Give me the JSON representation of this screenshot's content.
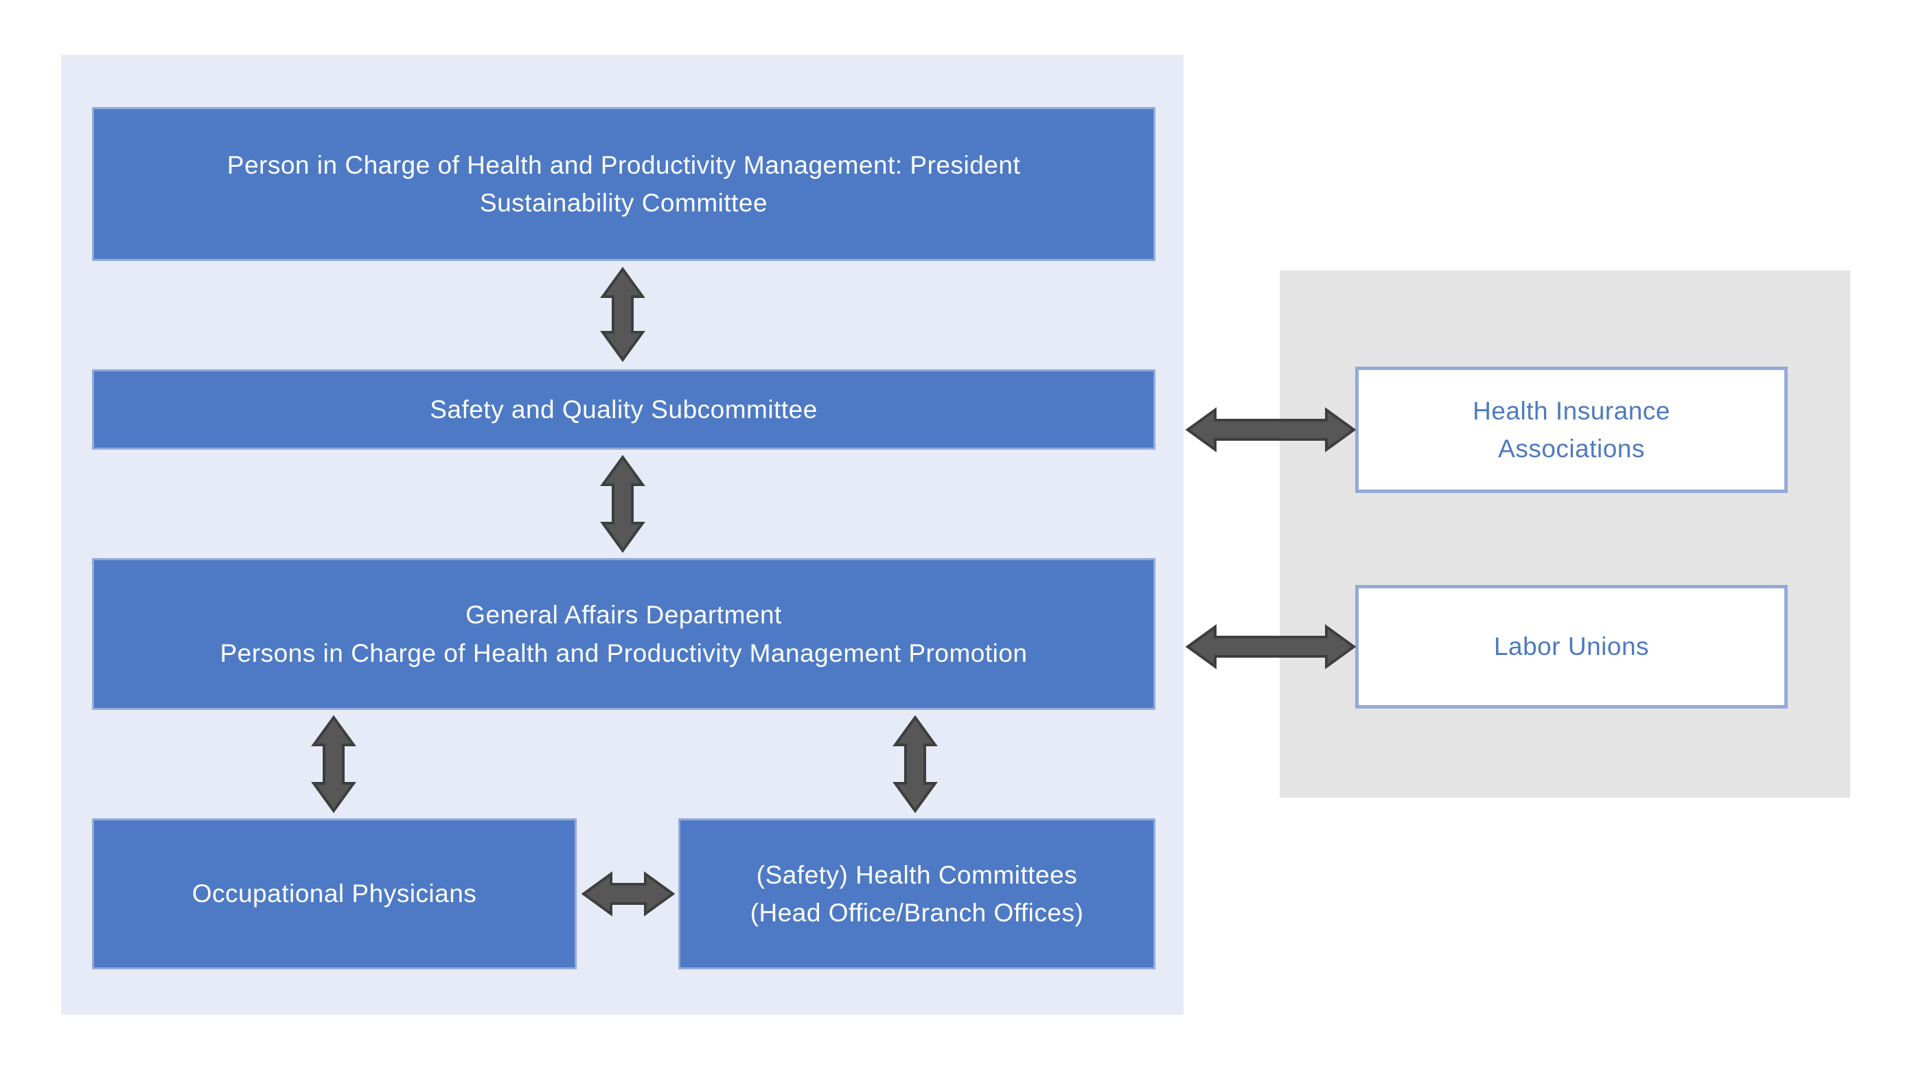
{
  "diagram": {
    "internal": {
      "president": {
        "line1": "Person in Charge of Health and Productivity Management: President",
        "line2": "Sustainability Committee"
      },
      "safety_quality": {
        "label": "Safety and Quality Subcommittee"
      },
      "general_affairs": {
        "line1": "General Affairs Department",
        "line2": "Persons in Charge of Health and Productivity Management Promotion"
      },
      "occupational_physicians": {
        "label": "Occupational Physicians"
      },
      "health_committees": {
        "line1": "(Safety) Health Committees",
        "line2": "(Head Office/Branch Offices)"
      }
    },
    "external": {
      "health_insurance": {
        "line1": "Health Insurance",
        "line2": "Associations"
      },
      "labor_unions": {
        "label": "Labor Unions"
      }
    },
    "colors": {
      "internal_panel_bg": "#e7ebf7",
      "external_panel_bg": "#e4e4e4",
      "box_fill": "#4e7ac5",
      "box_border": "#93a9d9",
      "box_text": "#ffffff",
      "external_box_bg": "#ffffff",
      "external_box_border": "#93a9d9",
      "external_box_text": "#4d7ac0",
      "arrow_fill": "#575757",
      "arrow_border": "#3e3e3e"
    }
  }
}
